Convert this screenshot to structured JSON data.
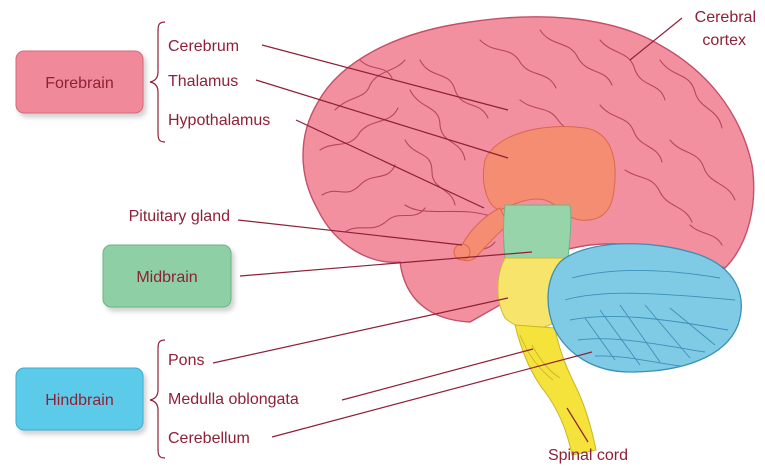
{
  "groups": {
    "forebrain": {
      "title": "Forebrain",
      "color": "#f08a9b",
      "items": [
        "Cerebrum",
        "Thalamus",
        "Hypothalamus"
      ]
    },
    "midbrain": {
      "title": "Midbrain",
      "color": "#8fcfa6"
    },
    "hindbrain": {
      "title": "Hindbrain",
      "color": "#5ccbea",
      "items": [
        "Pons",
        "Medulla oblongata",
        "Cerebellum"
      ]
    }
  },
  "labels": {
    "cerebral_cortex_line1": "Cerebral",
    "cerebral_cortex_line2": "cortex",
    "pituitary_gland": "Pituitary gland",
    "spinal_cord": "Spinal cord"
  },
  "colors": {
    "label_text": "#8e2037",
    "cerebrum": "#f2909f",
    "thalamus": "#f58d73",
    "midbrain": "#98d4a9",
    "pons": "#f7e46a",
    "brainstem": "#f5e33b",
    "cerebellum": "#7fcbe6"
  }
}
